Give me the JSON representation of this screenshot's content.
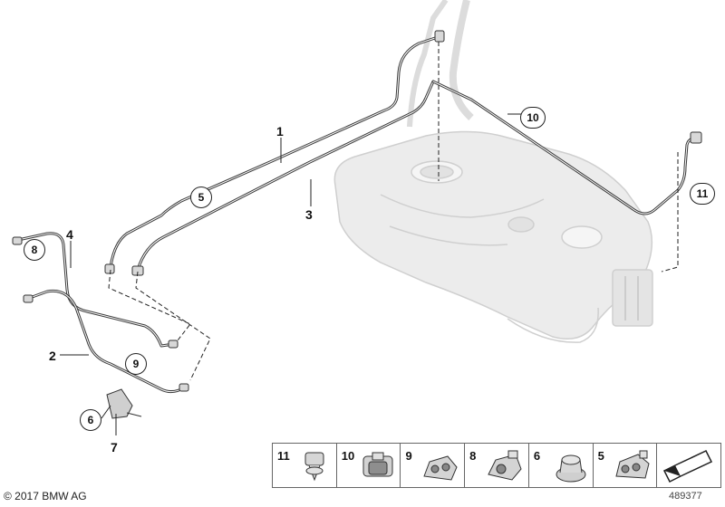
{
  "callouts": {
    "c1": "1",
    "c2": "2",
    "c3": "3",
    "c4": "4",
    "c5": "5",
    "c6": "6",
    "c7": "7",
    "c8": "8",
    "c9": "9",
    "c10": "10",
    "c11": "11"
  },
  "parts_strip": [
    {
      "number": "11",
      "icon": "clip-icon"
    },
    {
      "number": "10",
      "icon": "clamp-icon"
    },
    {
      "number": "9",
      "icon": "line-holder-icon"
    },
    {
      "number": "8",
      "icon": "line-holder-icon"
    },
    {
      "number": "6",
      "icon": "hex-nut-icon"
    },
    {
      "number": "5",
      "icon": "line-holder-icon"
    },
    {
      "number": "",
      "icon": "arrow-icon"
    }
  ],
  "footer": {
    "copyright": "© 2017 BMW AG",
    "image_id": "489377"
  },
  "colors": {
    "line": "#3a3a3a",
    "tank_fill": "#e9e9e9",
    "tank_stroke": "#c8c8c8",
    "text": "#111111"
  }
}
